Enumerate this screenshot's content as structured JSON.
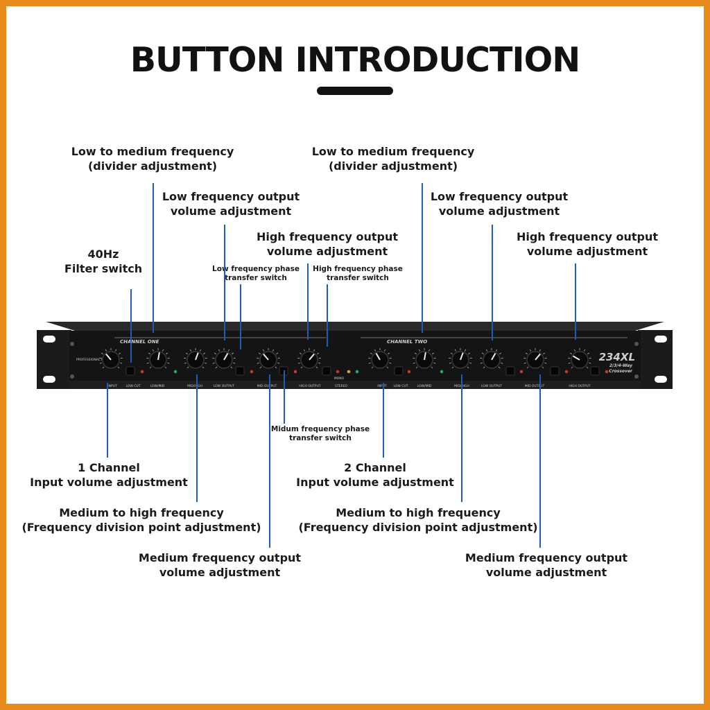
{
  "title": "BUTTON INTRODUCTION",
  "accent_color": "#e8891c",
  "line_color": "#1c5db8",
  "callouts": [
    {
      "id": "ch1-low-mid-divider",
      "lines": [
        "Low to medium frequency",
        "(divider adjustment)"
      ]
    },
    {
      "id": "ch1-low-output",
      "lines": [
        "Low frequency output",
        "volume adjustment"
      ]
    },
    {
      "id": "ch1-high-output",
      "lines": [
        "High frequency output",
        "volume adjustment"
      ]
    },
    {
      "id": "filter-switch",
      "lines": [
        "40Hz",
        "Filter switch"
      ]
    },
    {
      "id": "low-phase",
      "lines": [
        "Low frequency phase",
        "transfer switch"
      ]
    },
    {
      "id": "high-phase",
      "lines": [
        "High frequency phase",
        "transfer switch"
      ]
    },
    {
      "id": "ch2-low-mid-divider",
      "lines": [
        "Low to medium frequency",
        "(divider adjustment)"
      ]
    },
    {
      "id": "ch2-low-output",
      "lines": [
        "Low frequency output",
        "volume adjustment"
      ]
    },
    {
      "id": "ch2-high-output",
      "lines": [
        "High frequency output",
        "volume adjustment"
      ]
    },
    {
      "id": "mid-phase",
      "lines": [
        "Midum frequency phase",
        "transfer switch"
      ]
    },
    {
      "id": "ch1-input",
      "lines": [
        "1 Channel",
        "Input volume adjustment"
      ]
    },
    {
      "id": "ch2-input",
      "lines": [
        "2 Channel",
        "Input volume adjustment"
      ]
    },
    {
      "id": "ch1-mid-high",
      "lines": [
        "Medium to high frequency",
        "(Frequency division point adjustment)"
      ]
    },
    {
      "id": "ch2-mid-high",
      "lines": [
        "Medium to high frequency",
        "(Frequency division point adjustment)"
      ]
    },
    {
      "id": "ch1-mid-output",
      "lines": [
        "Medium frequency output",
        "volume adjustment"
      ]
    },
    {
      "id": "ch2-mid-output",
      "lines": [
        "Medium frequency output",
        "volume adjustment"
      ]
    }
  ],
  "device": {
    "model": "234XL",
    "subtitle": "2/3/4-Way",
    "subtitle2": "Crossover",
    "channel_one": "CHANNEL ONE",
    "channel_two": "CHANNEL TWO",
    "brand": "PROFESSIONAL PRODUCTS",
    "ch1_labels": [
      "INPUT",
      "LOW CUT",
      "LOW/MID",
      "MID/HIGH",
      "LOW OUTPUT",
      "MID OUTPUT",
      "HIGH OUTPUT",
      "STEREO"
    ],
    "ch2_labels": [
      "INPUT",
      "LOW CUT",
      "LOW/MID",
      "MID/HIGH",
      "LOW OUTPUT",
      "MID OUTPUT",
      "HIGH OUTPUT"
    ],
    "mono_label": "MONO"
  }
}
